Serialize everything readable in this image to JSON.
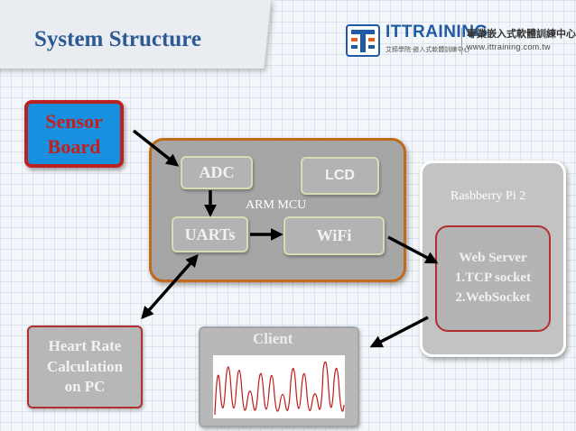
{
  "header": {
    "title": "System Structure",
    "logo": {
      "brand": "ITTRAINING",
      "tagline": "艾鍗學院‧嵌入式軟體訓練中心",
      "name_cn": "專業嵌入式軟體訓練中心",
      "url": "www.ittraining.com.tw"
    }
  },
  "diagram": {
    "sensor_board": [
      "Sensor",
      "Board"
    ],
    "mcu": {
      "label": "ARM MCU",
      "adc": "ADC",
      "lcd": "LCD",
      "uarts": "UARTs",
      "wifi": "WiFi"
    },
    "rpi": {
      "label": "Rasbberry Pi 2",
      "web_server": [
        "Web Server",
        "1.TCP socket",
        "2.WebSocket"
      ]
    },
    "heart_rate": [
      "Heart Rate",
      "Calculation",
      "on PC"
    ],
    "client": {
      "label": "Client",
      "waveform_color": "#c01818"
    }
  },
  "colors": {
    "title": "#2c5a94",
    "sensor_fill": "#1890e0",
    "sensor_text": "#c41f1f",
    "mcu_border": "#c06a1a",
    "node_gray": "#a6a6a6",
    "arrow": "#000000"
  }
}
